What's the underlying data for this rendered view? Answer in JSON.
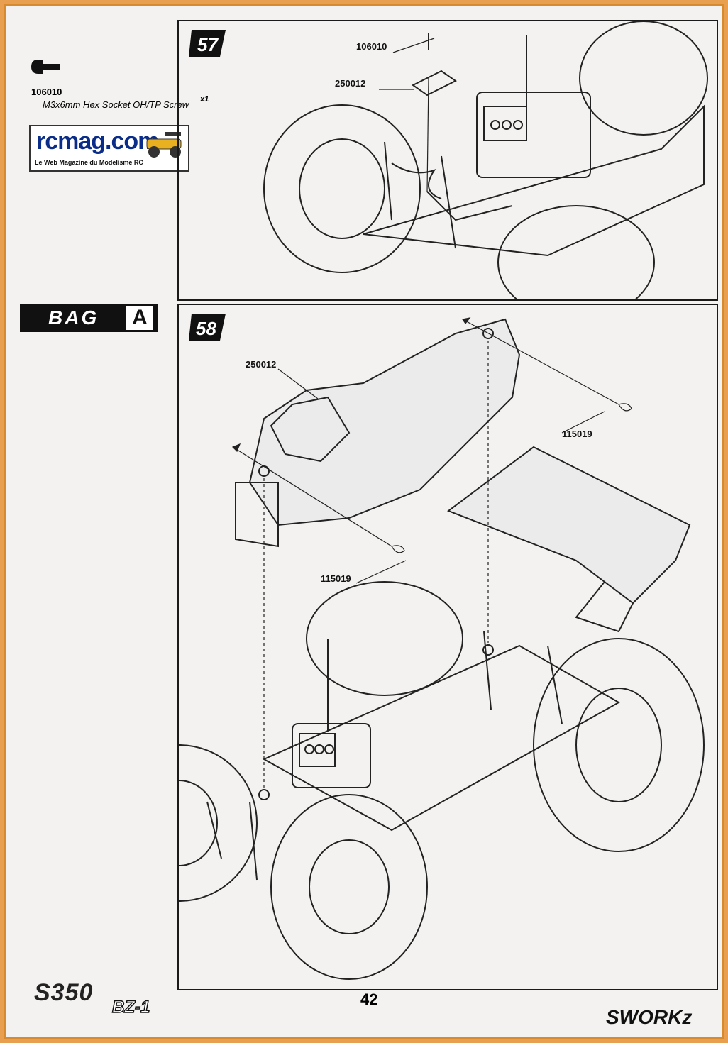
{
  "sidebar": {
    "screw_code": "106010",
    "screw_name": "M3x6mm Hex Socket OH/TP Screw",
    "screw_qty": "x1",
    "logo_main": "rcmag.com",
    "logo_sub": "Le Web Magazine du Modelisme RC",
    "bag_label": "BAG",
    "bag_letter": "A"
  },
  "step57": {
    "number": "57",
    "labels": [
      "106010",
      "250012"
    ]
  },
  "step58": {
    "number": "58",
    "labels": [
      "250012",
      "115019",
      "115019"
    ]
  },
  "footer": {
    "model": "S350",
    "model_sub": "BZ-1",
    "page": "42",
    "brand": "SWORKz"
  },
  "colors": {
    "page_bg": "#f3f2f0",
    "frame": "#e8a050",
    "logo_blue": "#0b2d8a"
  }
}
